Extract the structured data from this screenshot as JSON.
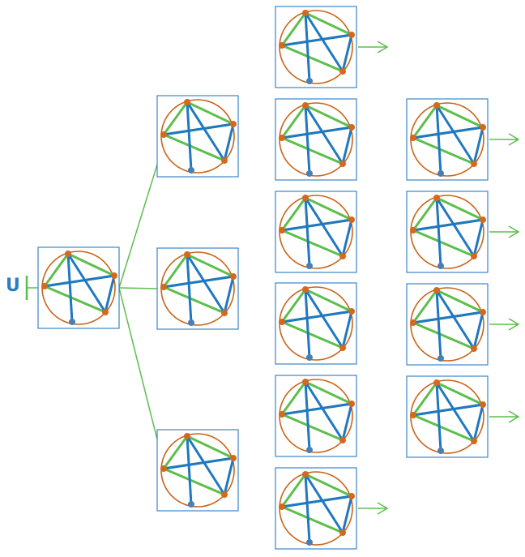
{
  "root": {
    "label": "U"
  },
  "colors": {
    "frame": "#3a86c8",
    "circle": "#c8651b",
    "green_edge": "#5cbf4c",
    "blue_edge": "#1f78c1",
    "vertex": "#d2691e",
    "vertex_blue": "#4a7fb5",
    "connector": "#5cbf4c",
    "arrow": "#5cbf4c",
    "root_label": "#2a7fc1"
  },
  "graph": {
    "vertex_count": 5,
    "green_edges": [
      [
        0,
        1
      ],
      [
        0,
        2
      ],
      [
        1,
        2
      ],
      [
        2,
        3
      ]
    ],
    "blue_edges": [
      [
        0,
        3
      ],
      [
        0,
        4
      ],
      [
        1,
        3
      ],
      [
        1,
        2
      ]
    ]
  },
  "tree": {
    "levels": 4,
    "level_sizes": [
      1,
      3,
      6,
      4
    ],
    "arrow_nodes": [
      "level2-1",
      "level2-6",
      "level3-1",
      "level3-2",
      "level3-3",
      "level3-4"
    ]
  }
}
